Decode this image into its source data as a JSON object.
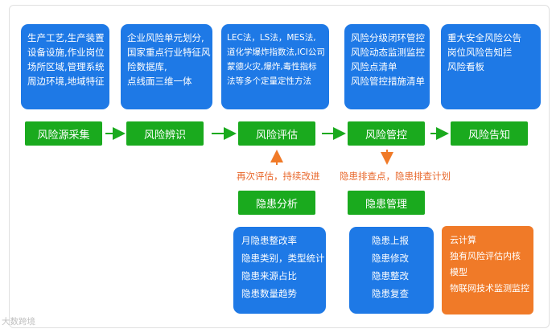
{
  "top_boxes": [
    [
      "生产工艺,生产装置",
      "设备设施,作业岗位",
      "场所区域,管理系统",
      "周边环境,地域特征"
    ],
    [
      "企业风险单元划分,",
      "国家重点行业特征风",
      "险数据库,",
      "点线面三维一体"
    ],
    [
      "LEC法，LS法，MES法,",
      "道化学爆炸指数法,ICI公司",
      "蒙德火灾,爆炸,毒性指标",
      "法等多个定量定性方法"
    ],
    [
      "风险分级闭环管控",
      "风险动态监测监控",
      "风险点清单",
      "风险管控措施清单"
    ],
    [
      "重大安全风险公告",
      "岗位风险告知拦",
      "风险看板"
    ]
  ],
  "steps": [
    "风险源采集",
    "风险辨识",
    "风险评估",
    "风险管控",
    "风险告知"
  ],
  "notes": {
    "reassess": "再次评估，持续改进",
    "hazard_check": "隐患排查点，隐患排查计划"
  },
  "hazard_analysis": {
    "title": "隐患分析",
    "items": [
      "月隐患整改率",
      "隐患类别，类型统计",
      "隐患来源占比",
      "隐患数量趋势"
    ]
  },
  "hazard_management": {
    "title": "隐患管理",
    "items": [
      "隐患上报",
      "隐患修改",
      "隐患整改",
      "隐患复查"
    ]
  },
  "cloud_box": [
    "云计算",
    "独有风险评估内核",
    "模型",
    "物联网技术监测监控"
  ],
  "watermark": "大数跨境",
  "colors": {
    "blue": "#1e79e6",
    "green": "#1aaa1e",
    "orange": "#f07a28",
    "note": "#e8682c"
  }
}
